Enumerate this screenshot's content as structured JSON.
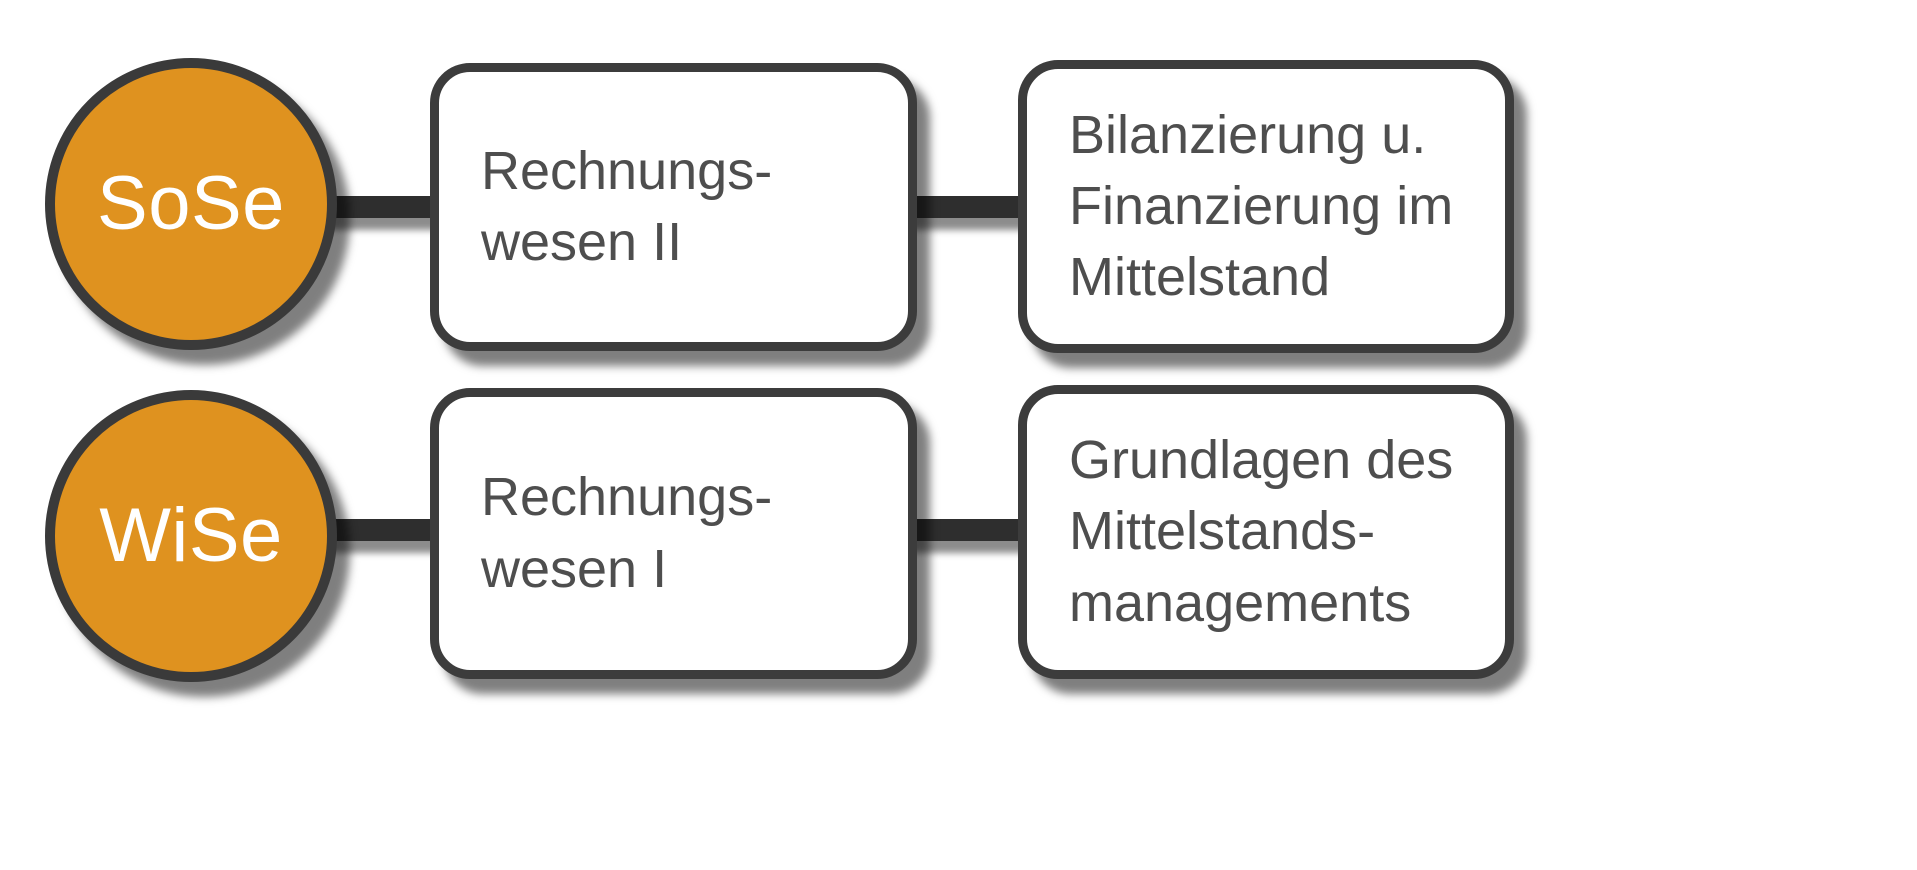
{
  "colors": {
    "circle_fill": "#DF921F",
    "outline": "#3A3A3A",
    "connector": "#2E2E2E",
    "box_fill": "#FFFFFF",
    "box_text": "#4E4E4E",
    "circle_text": "#FFFFFF"
  },
  "rows": [
    {
      "semester": "SoSe",
      "course": "Rechnungs-\nwesen II",
      "module": "Bilanzierung u.\nFinanzierung im\nMittelstand"
    },
    {
      "semester": "WiSe",
      "course": "Rechnungs-\nwesen I",
      "module": "Grundlagen des\nMittelstands-\nmanagements"
    }
  ]
}
